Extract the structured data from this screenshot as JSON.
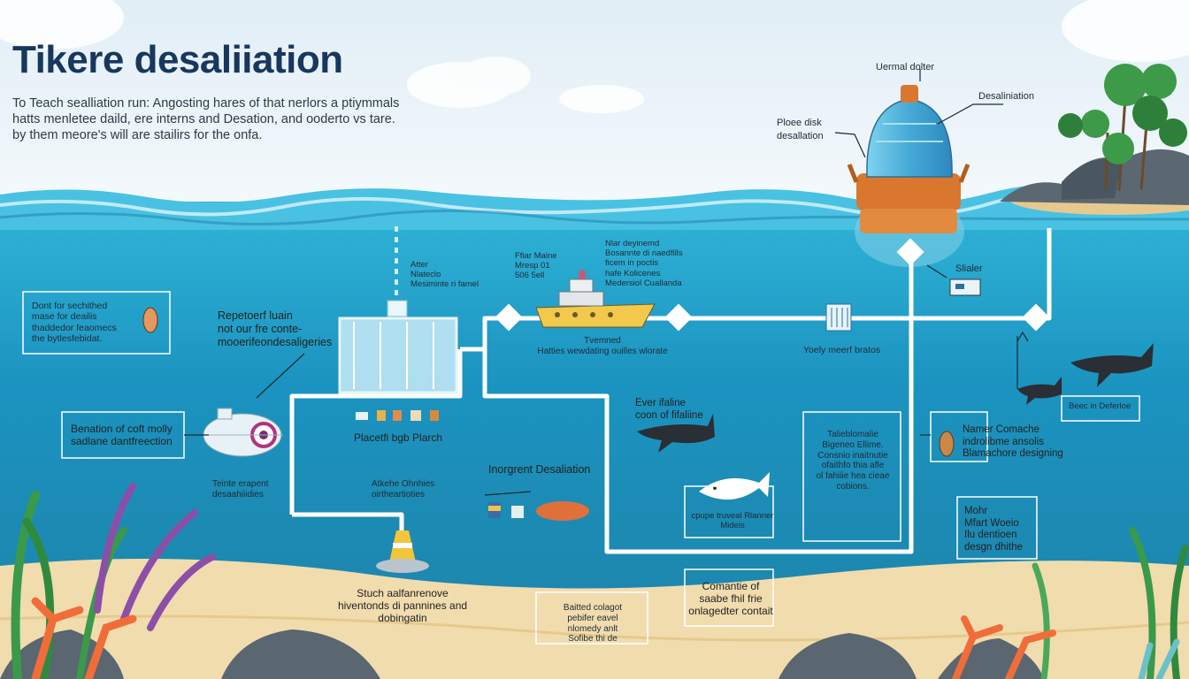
{
  "title": "Tikere desaliiation",
  "intro": [
    "To Teach sealliation run: Angosting hares of that nerlors a ptiymmals",
    "hatts menletee daild, ere interns and Desation, and ooderto vs tare.",
    "by them meore's will are stailirs for the onfa."
  ],
  "labels": {
    "tower_top": "Uermal dolter",
    "desalination_label": "Desaliniation",
    "place_desal": [
      "Ploee disk",
      "desallation"
    ],
    "top_ship_left": [
      "Ffiar Maine",
      "Mresp 01",
      "506  5ell"
    ],
    "top_ship_right": [
      "Nlar deyinemd",
      "Bosannte di naedfills",
      "ficem in poctis",
      "hafe Kolicenes",
      "Medersiol Cuallanda"
    ],
    "pipe_note": [
      "Atter",
      "Nlateclo",
      "Mesiminte ri famel"
    ],
    "left_box": [
      "Dont for sechithed",
      "mase for deailis",
      "thaddedor feaomecs",
      "the bytlesfebidat."
    ],
    "repeat_box": [
      "Repetoerf luain",
      "not our fre conte-",
      "mooerifeondesaligeries"
    ],
    "ship_caption": [
      "Tvemned",
      "Hatties wewdating ouilles wlorate"
    ],
    "right_mid": "Yoely meerf bratos",
    "shiler": "Slialer",
    "far_right_box": "Beec in Deferloe",
    "left_mid_box": [
      "Benation of coft molly",
      "sadlane dantfreection"
    ],
    "plant": "Placetfi bgb Plarch",
    "ever": [
      "Ever ifaline",
      "coon of fifaliine"
    ],
    "tube_caption": [
      "Teinte erapent",
      "desaahiiidies"
    ],
    "mid_caption": [
      "Atkehe Ohnhies",
      "oirtheartioties"
    ],
    "mid_desal": "Inorgrent Desaliation",
    "whale_caption": [
      "cpupe truveal Rlanner",
      "Mideis"
    ],
    "tall_box": [
      "Talieblomalie",
      "Bigeneo Ellime.",
      "Consnio inaitnutie",
      "ofaithfo thia afle",
      "ol fahiiie hea cieae",
      "cobions."
    ],
    "narrow_box": [
      "Namer Comache",
      "indrolibme ansolis",
      "Blamachore designing"
    ],
    "mohr_box": [
      "Mohr",
      "Mfart Woeio",
      "Ilu dentioen",
      "desgn dhithe"
    ],
    "bottom_left": [
      "Stuch aalfanrenove",
      "hiventonds di pannines and",
      "dobingatin"
    ],
    "bottom_mid_box": [
      "Baitted colagot",
      "pebifer eavel",
      "nlomedy anlt",
      "Sofibe thi de"
    ],
    "bottom_right_box": [
      "Comantie of",
      "saabe fhil frie",
      "onlagedter contait"
    ]
  },
  "colors": {
    "sky": "#e9f4fa",
    "sea": "#2aa9d0",
    "deep_sea": "#1483b0",
    "sand": "#f0dcb1",
    "pipe": "#ffffff",
    "tower_body": "#d9772f",
    "title": "#17375e"
  },
  "icons": [
    "tree-icon",
    "rock-icon",
    "ship-icon",
    "valve-icon",
    "submarine-icon",
    "whale-icon",
    "fish-icon",
    "coral-icon",
    "seaweed-icon",
    "filter-tank-icon",
    "buoy-icon",
    "shell-icon"
  ]
}
